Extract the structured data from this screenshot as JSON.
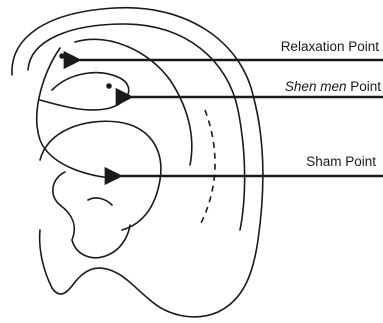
{
  "labels": {
    "relaxation": "Relaxation Point",
    "shen_men_italic": "Shen men",
    "shen_men_rest": " Point",
    "sham": "Sham Point"
  },
  "colors": {
    "stroke": "#1a1a1a",
    "background": "#ffffff"
  }
}
